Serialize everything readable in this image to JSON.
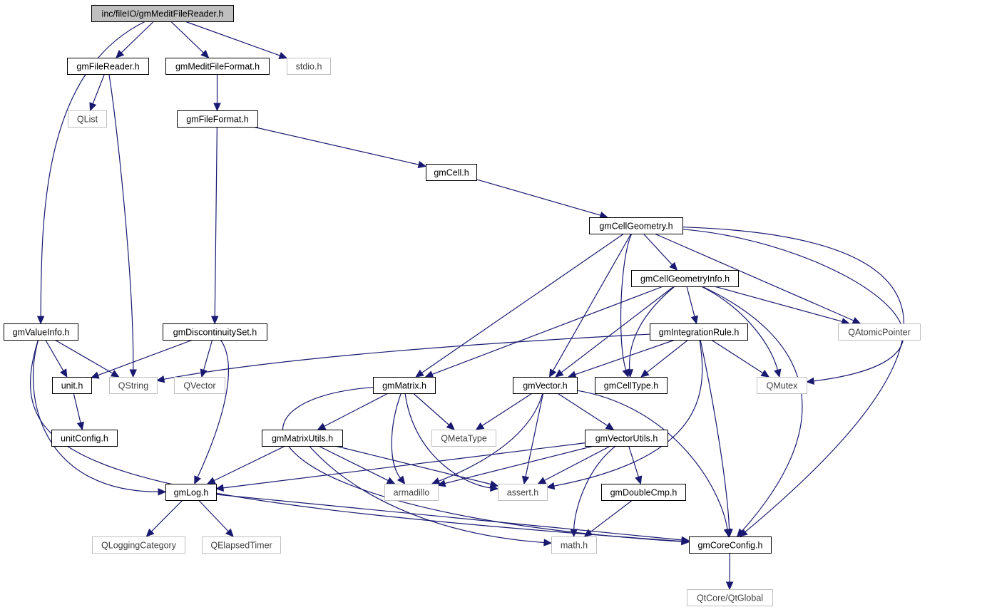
{
  "colors": {
    "edge": "#191970",
    "current_fill": "#bfbfbf",
    "external_border": "#bfbfbf",
    "border": "#000000"
  },
  "nodes": [
    {
      "id": "root",
      "label": "inc/fileIO/gmMeditFileReader.h",
      "kind": "current"
    },
    {
      "id": "filereader",
      "label": "gmFileReader.h",
      "kind": "documented"
    },
    {
      "id": "meditformat",
      "label": "gmMeditFileFormat.h",
      "kind": "documented"
    },
    {
      "id": "stdio",
      "label": "stdio.h",
      "kind": "external"
    },
    {
      "id": "qlist",
      "label": "QList",
      "kind": "external"
    },
    {
      "id": "fileformat",
      "label": "gmFileFormat.h",
      "kind": "documented"
    },
    {
      "id": "cell",
      "label": "gmCell.h",
      "kind": "documented"
    },
    {
      "id": "cellgeom",
      "label": "gmCellGeometry.h",
      "kind": "documented"
    },
    {
      "id": "cellgeominfo",
      "label": "gmCellGeometryInfo.h",
      "kind": "documented"
    },
    {
      "id": "valueinfo",
      "label": "gmValueInfo.h",
      "kind": "documented"
    },
    {
      "id": "discset",
      "label": "gmDiscontinuitySet.h",
      "kind": "documented"
    },
    {
      "id": "intrule",
      "label": "gmIntegrationRule.h",
      "kind": "documented"
    },
    {
      "id": "qatomic",
      "label": "QAtomicPointer",
      "kind": "external"
    },
    {
      "id": "unit",
      "label": "unit.h",
      "kind": "documented"
    },
    {
      "id": "qstring",
      "label": "QString",
      "kind": "external"
    },
    {
      "id": "qvector",
      "label": "QVector",
      "kind": "external"
    },
    {
      "id": "matrix",
      "label": "gmMatrix.h",
      "kind": "documented"
    },
    {
      "id": "vector",
      "label": "gmVector.h",
      "kind": "documented"
    },
    {
      "id": "celltype",
      "label": "gmCellType.h",
      "kind": "documented"
    },
    {
      "id": "qmutex",
      "label": "QMutex",
      "kind": "external"
    },
    {
      "id": "unitconfig",
      "label": "unitConfig.h",
      "kind": "documented"
    },
    {
      "id": "matrixutils",
      "label": "gmMatrixUtils.h",
      "kind": "documented"
    },
    {
      "id": "qmetatype",
      "label": "QMetaType",
      "kind": "external"
    },
    {
      "id": "vectorutils",
      "label": "gmVectorUtils.h",
      "kind": "documented"
    },
    {
      "id": "log",
      "label": "gmLog.h",
      "kind": "documented"
    },
    {
      "id": "armadillo",
      "label": "armadillo",
      "kind": "external"
    },
    {
      "id": "assert",
      "label": "assert.h",
      "kind": "external"
    },
    {
      "id": "doublecmp",
      "label": "gmDoubleCmp.h",
      "kind": "documented"
    },
    {
      "id": "qlogcat",
      "label": "QLoggingCategory",
      "kind": "external"
    },
    {
      "id": "qelapsed",
      "label": "QElapsedTimer",
      "kind": "external"
    },
    {
      "id": "math",
      "label": "math.h",
      "kind": "external"
    },
    {
      "id": "coreconfig",
      "label": "gmCoreConfig.h",
      "kind": "documented"
    },
    {
      "id": "qtglobal",
      "label": "QtCore/QtGlobal",
      "kind": "external"
    }
  ]
}
